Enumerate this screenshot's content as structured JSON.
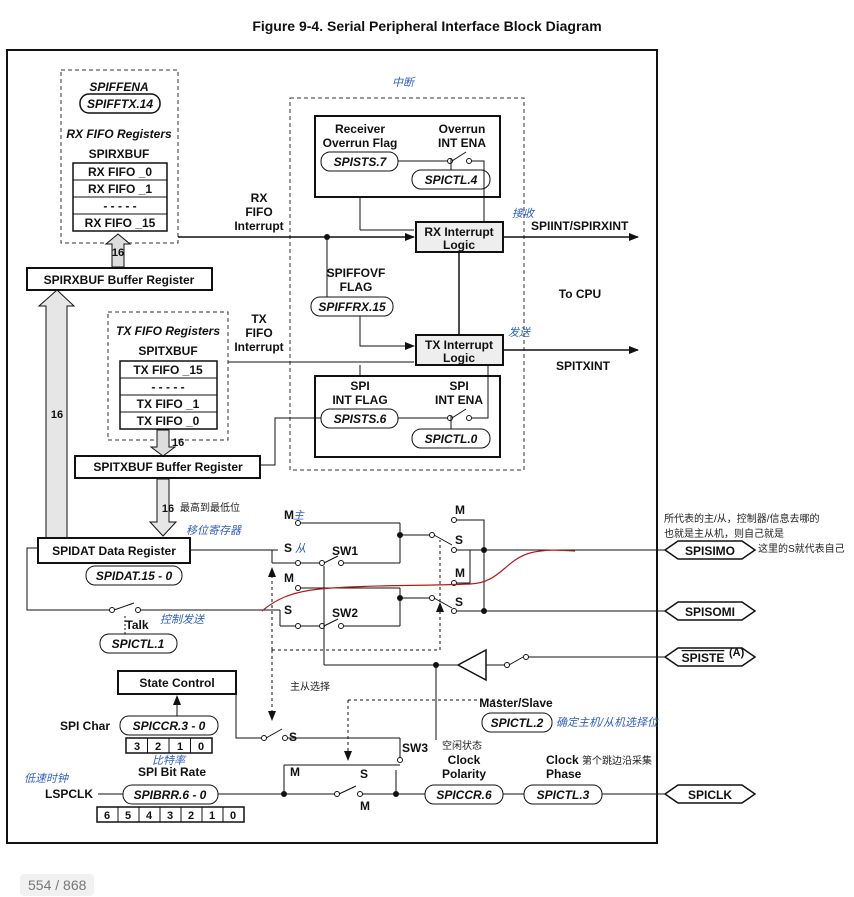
{
  "figure_title": "Figure 9-4. Serial Peripheral Interface Block Diagram",
  "page_indicator": "554 / 868",
  "labels": {
    "spiffena": "SPIFFENA",
    "spifftx14": "SPIFFTX.14",
    "rx_fifo_registers": "RX FIFO Registers",
    "spirxbuf": "SPIRXBUF",
    "rx_fifo_0": "RX FIFO _0",
    "rx_fifo_1": "RX FIFO _1",
    "rx_dots": "- - - - -",
    "rx_fifo_15": "RX FIFO _15",
    "rx_count": "16",
    "spirxbuf_buffer": "SPIRXBUF Buffer Register",
    "rx_fifo_int_1": "RX",
    "rx_fifo_int_2": "FIFO",
    "rx_fifo_int_3": "Interrupt",
    "receiver_overrun_1": "Receiver",
    "receiver_overrun_2": "Overrun Flag",
    "spists7": "SPISTS.7",
    "overrun_1": "Overrun",
    "overrun_2": "INT ENA",
    "spictl4": "SPICTL.4",
    "rx_int_logic_1": "RX Interrupt",
    "rx_int_logic_2": "Logic",
    "spiint": "SPIINT/SPIRXINT",
    "spiffovf_1": "SPIFFOVF",
    "spiffovf_2": "FLAG",
    "spiffrx15": "SPIFFRX.15",
    "to_cpu": "To CPU",
    "tx_fifo_registers": "TX FIFO Registers",
    "spitxbuf": "SPITXBUF",
    "tx_fifo_15": "TX FIFO _15",
    "tx_dots": "- - - - -",
    "tx_fifo_1": "TX FIFO _1",
    "tx_fifo_0": "TX FIFO _0",
    "tx_count": "16",
    "tx_fifo_int_1": "TX",
    "tx_fifo_int_2": "FIFO",
    "tx_fifo_int_3": "Interrupt",
    "tx_int_logic_1": "TX Interrupt",
    "tx_int_logic_2": "Logic",
    "spitxint": "SPITXINT",
    "spi_int_flag_1": "SPI",
    "spi_int_flag_2": "INT FLAG",
    "spists6": "SPISTS.6",
    "spi_int_ena_1": "SPI",
    "spi_int_ena_2": "INT ENA",
    "spictl0": "SPICTL.0",
    "spitxbuf_buffer": "SPITXBUF Buffer Register",
    "left_count": "16",
    "dat_count": "16",
    "spidat_reg": "SPIDAT Data Register",
    "spidat15": "SPIDAT.15 - 0",
    "talk": "Talk",
    "spictl1": "SPICTL.1",
    "m_label": "M",
    "s_label": "S",
    "sw1": "SW1",
    "sw2": "SW2",
    "sw3": "SW3",
    "spisimo": "SPISIMO",
    "spisomi": "SPISOMI",
    "spiste": "SPISTE",
    "spiste_sup": "(A)",
    "spiclk": "SPICLK",
    "state_control": "State Control",
    "spi_char": "SPI Char",
    "spiccr3": "SPICCR.3 - 0",
    "char_bits": [
      "3",
      "2",
      "1",
      "0"
    ],
    "spi_bit_rate": "SPI Bit Rate",
    "lspclk": "LSPCLK",
    "spibrr6": "SPIBRR.6 - 0",
    "rate_bits": [
      "6",
      "5",
      "4",
      "3",
      "2",
      "1",
      "0"
    ],
    "master_slave": "Master/Slave",
    "spictl2": "SPICTL.2",
    "clock_polarity_1": "Clock",
    "clock_polarity_2": "Polarity",
    "spiccr6": "SPICCR.6",
    "clock_phase_1": "Clock",
    "clock_phase_2": "Phase",
    "spictl3": "SPICTL.3"
  },
  "annotations": {
    "interrupt": "中断",
    "receive": "接收",
    "send": "发送",
    "master_mark": "主",
    "slave_mark": "从",
    "shift_note": "最高到最低位",
    "shift_reg": "移位寄存器",
    "talk_note": "控制发送",
    "ms_select_note": "主从选择",
    "ms_choose_note": "确定主机/从机选择位",
    "bits_note": "比特率",
    "clock_source": "低速时钟",
    "polarity_note": "空闲状态",
    "phase_note": "第个跳边沿采集",
    "right_note_1": "所代表的主/从，控制器/信息去哪的",
    "right_note_2": "也就是主从机，则自己就是",
    "right_note_3": "这里的S就代表自己"
  },
  "colors": {
    "handwriting": "#2f5fc9",
    "red_wire": "#b21a1a",
    "block_fill": "#eeeeee"
  }
}
